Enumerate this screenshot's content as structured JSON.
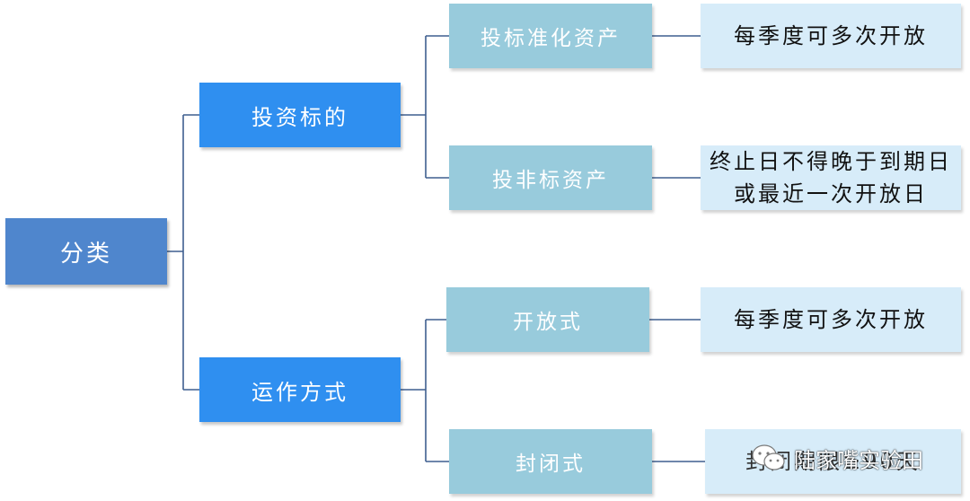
{
  "root": {
    "label": "分类"
  },
  "branches": [
    {
      "label": "投资标的",
      "children": [
        {
          "label": "投标准化资产",
          "detail": "每季度可多次开放"
        },
        {
          "label": "投非标资产",
          "detail": "终止日不得晚于到期日或最近一次开放日"
        }
      ]
    },
    {
      "label": "运作方式",
      "children": [
        {
          "label": "开放式",
          "detail": "每季度可多次开放"
        },
        {
          "label": "封闭式",
          "detail": "封闭期限≥90天"
        }
      ]
    }
  ],
  "watermark": {
    "text": "陆家嘴实验田",
    "icon": "wechat-icon"
  },
  "colors": {
    "root": "#4f86cd",
    "branch": "#2f8ff0",
    "child": "#98cbdc",
    "detail": "#d7ecf9",
    "connector": "#3f5f8f"
  }
}
